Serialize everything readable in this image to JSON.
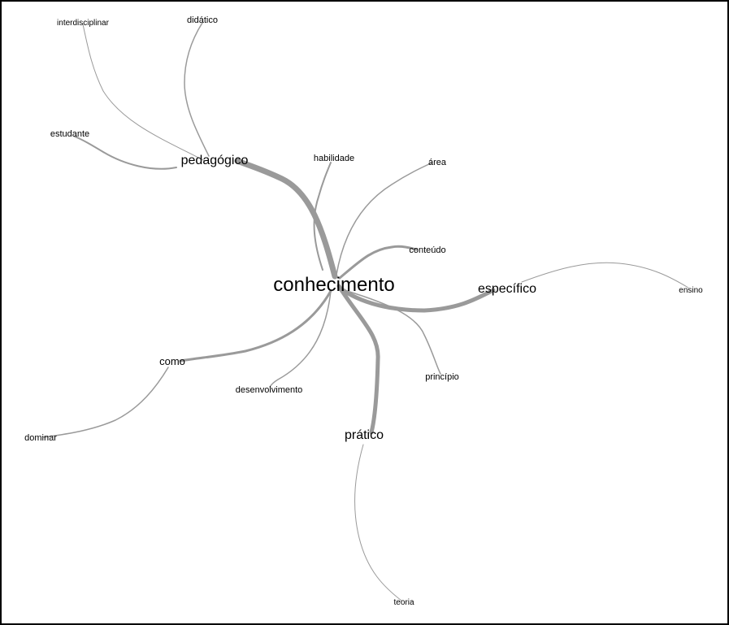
{
  "edge_color": "#9a9a9a",
  "nodes": {
    "conhecimento": "conhecimento",
    "pedagogico": "pedagógico",
    "especifico": "específico",
    "pratico": "prático",
    "como": "como",
    "habilidade": "habilidade",
    "area": "área",
    "conteudo": "conteúdo",
    "principio": "princípio",
    "desenvolvimento": "desenvolvimento",
    "interdisciplinar": "interdisciplinar",
    "didatico": "didático",
    "estudante": "estudante",
    "ensino": "ensino",
    "dominar": "dominar",
    "teoria": "teoria"
  }
}
